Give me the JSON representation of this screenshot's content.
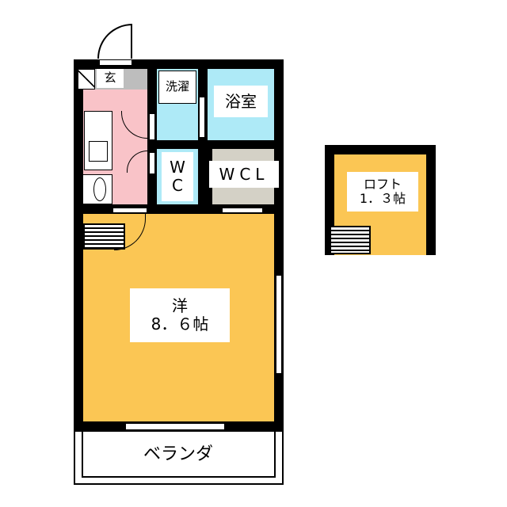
{
  "colors": {
    "western": "#fbc654",
    "kitchen": "#f9c3c8",
    "bath": "#aeeaf7",
    "closet": "#d4d1c6",
    "genkan": "#bdbdbd",
    "wall": "#000000"
  },
  "rooms": {
    "genkan": "玄",
    "laundry": "洗濯",
    "bath": "浴室",
    "wc": [
      "W",
      "C"
    ],
    "wcl": "WCL",
    "western": {
      "name": "洋",
      "size": "8．６帖"
    },
    "balcony": "ベランダ",
    "loft": {
      "name": "ロフト",
      "size": "1．３帖"
    }
  }
}
